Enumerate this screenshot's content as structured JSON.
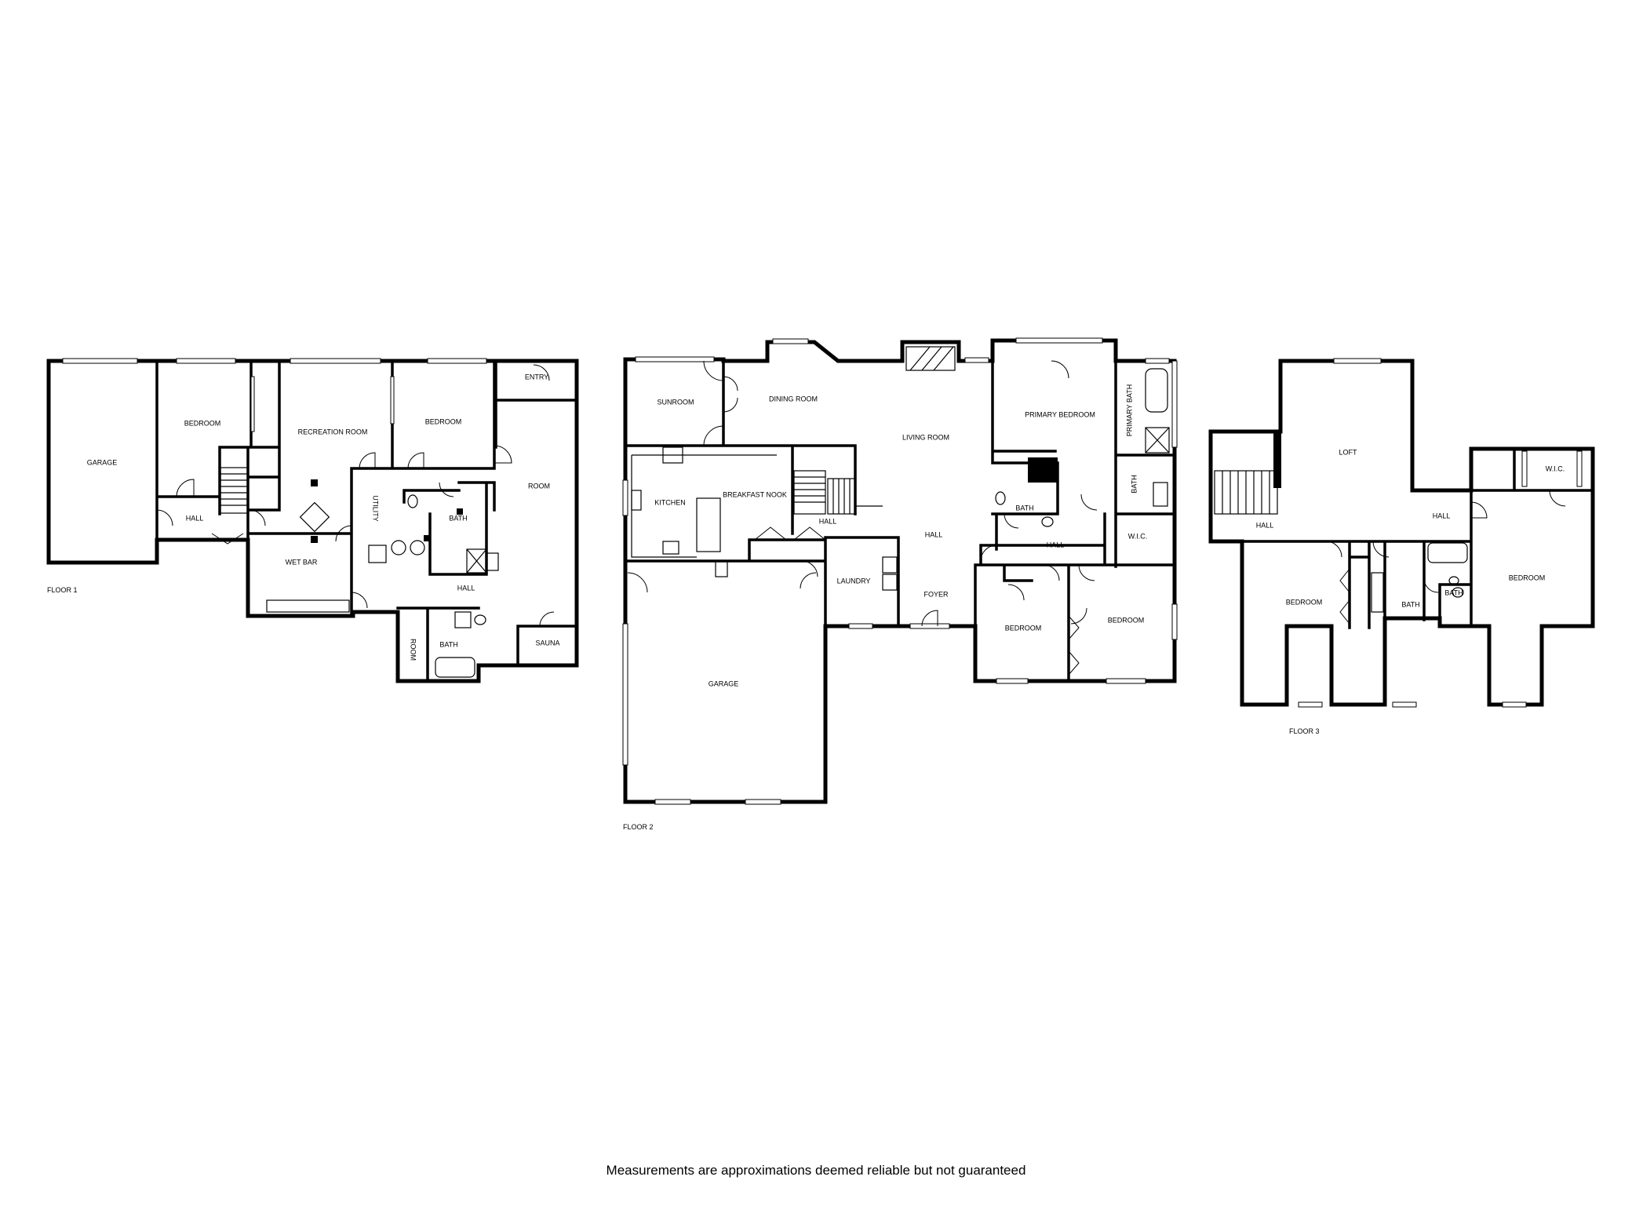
{
  "floors": [
    {
      "id": "floor-1",
      "label": "FLOOR 1",
      "rooms": [
        "GARAGE",
        "BEDROOM",
        "HALL",
        "RECREATION ROOM",
        "WET BAR",
        "UTILITY",
        "BEDROOM",
        "BATH",
        "ENTRY",
        "ROOM",
        "HALL",
        "ROOM",
        "BATH",
        "SAUNA"
      ]
    },
    {
      "id": "floor-2",
      "label": "FLOOR 2",
      "rooms": [
        "SUNROOM",
        "DINING ROOM",
        "LIVING ROOM",
        "KITCHEN",
        "BREAKFAST NOOK",
        "HALL",
        "HALL",
        "LAUNDRY",
        "FOYER",
        "GARAGE",
        "PRIMARY BEDROOM",
        "PRIMARY BATH",
        "BATH",
        "BATH",
        "HALL",
        "W.I.C.",
        "BEDROOM",
        "BEDROOM"
      ]
    },
    {
      "id": "floor-3",
      "label": "FLOOR 3",
      "rooms": [
        "LOFT",
        "HALL",
        "HALL",
        "W.I.C.",
        "BEDROOM",
        "BATH",
        "BATH",
        "BEDROOM"
      ]
    }
  ],
  "disclaimer": "Measurements are approximations deemed reliable but not guaranteed"
}
